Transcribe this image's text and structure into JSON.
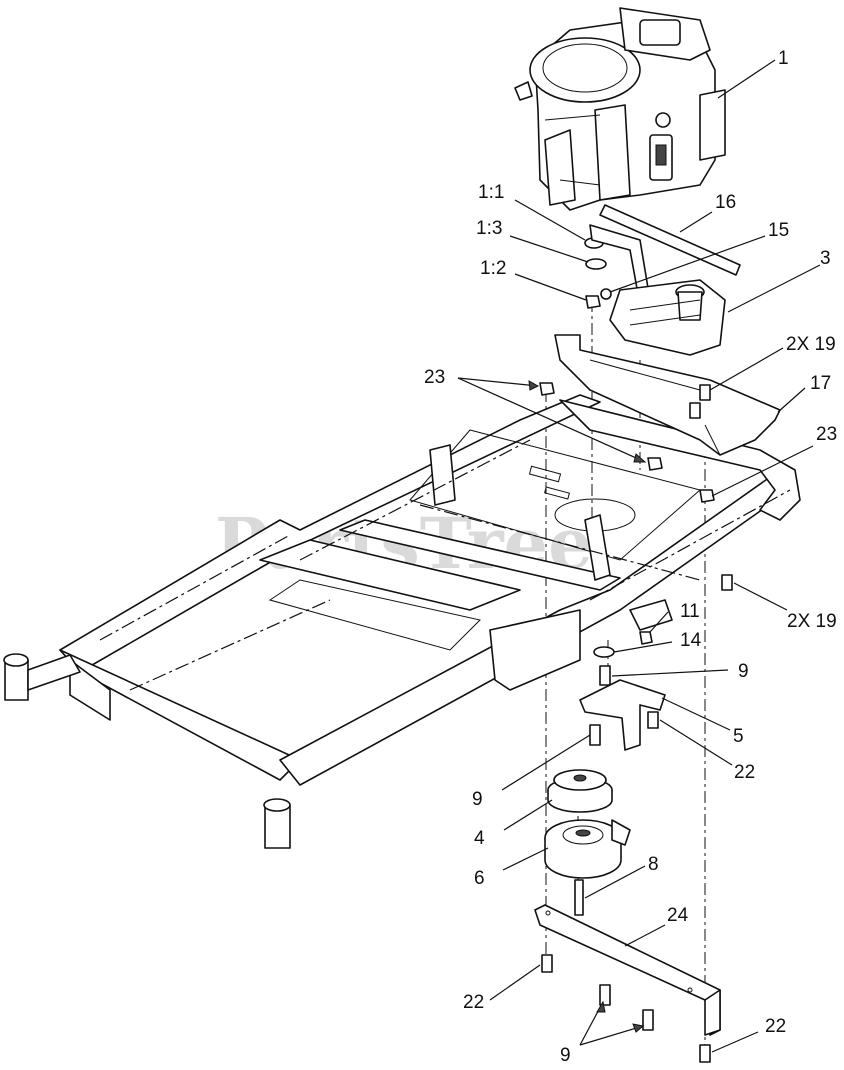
{
  "watermark": "PartsTree",
  "callouts": [
    {
      "id": "label-1",
      "text": "1"
    },
    {
      "id": "label-1-1",
      "text": "1:1"
    },
    {
      "id": "label-16",
      "text": "16"
    },
    {
      "id": "label-1-3",
      "text": "1:3"
    },
    {
      "id": "label-15",
      "text": "15"
    },
    {
      "id": "label-1-2",
      "text": "1:2"
    },
    {
      "id": "label-3",
      "text": "3"
    },
    {
      "id": "label-2x19-top",
      "text": "2X 19"
    },
    {
      "id": "label-23-left",
      "text": "23"
    },
    {
      "id": "label-17",
      "text": "17"
    },
    {
      "id": "label-23-right",
      "text": "23"
    },
    {
      "id": "label-2x19-bottom",
      "text": "2X 19"
    },
    {
      "id": "label-11",
      "text": "11"
    },
    {
      "id": "label-14",
      "text": "14"
    },
    {
      "id": "label-9-a",
      "text": "9"
    },
    {
      "id": "label-5",
      "text": "5"
    },
    {
      "id": "label-22-a",
      "text": "22"
    },
    {
      "id": "label-9-b",
      "text": "9"
    },
    {
      "id": "label-4",
      "text": "4"
    },
    {
      "id": "label-8",
      "text": "8"
    },
    {
      "id": "label-6",
      "text": "6"
    },
    {
      "id": "label-24",
      "text": "24"
    },
    {
      "id": "label-22-b",
      "text": "22"
    },
    {
      "id": "label-22-c",
      "text": "22"
    },
    {
      "id": "label-9-c",
      "text": "9"
    }
  ]
}
